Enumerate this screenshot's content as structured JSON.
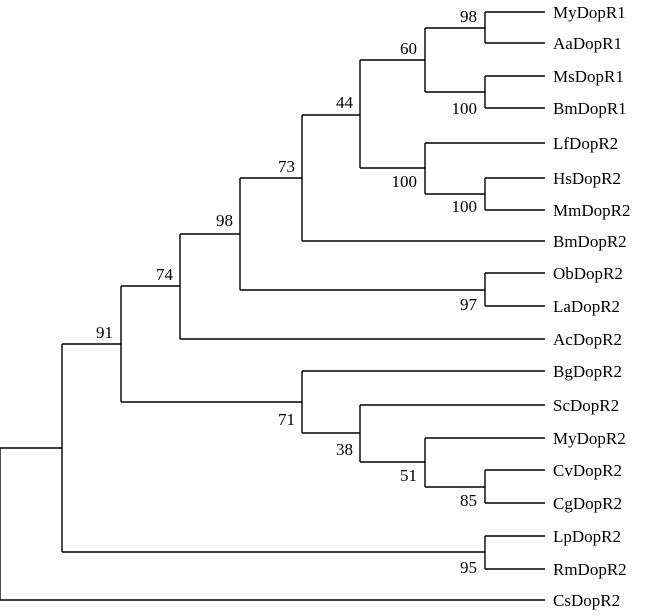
{
  "tree": {
    "leaves": [
      {
        "id": "l1",
        "label": "MyDopR1"
      },
      {
        "id": "l2",
        "label": "AaDopR1"
      },
      {
        "id": "l3",
        "label": "MsDopR1"
      },
      {
        "id": "l4",
        "label": "BmDopR1"
      },
      {
        "id": "l5",
        "label": "LfDopR2"
      },
      {
        "id": "l6",
        "label": "HsDopR2"
      },
      {
        "id": "l7",
        "label": "MmDopR2"
      },
      {
        "id": "l8",
        "label": "BmDopR2"
      },
      {
        "id": "l9",
        "label": "ObDopR2"
      },
      {
        "id": "l10",
        "label": "LaDopR2"
      },
      {
        "id": "l11",
        "label": "AcDopR2"
      },
      {
        "id": "l12",
        "label": "BgDopR2"
      },
      {
        "id": "l13",
        "label": "ScDopR2"
      },
      {
        "id": "l14",
        "label": "MyDopR2"
      },
      {
        "id": "l15",
        "label": "CvDopR2"
      },
      {
        "id": "l16",
        "label": "CgDopR2"
      },
      {
        "id": "l17",
        "label": "LpDopR2"
      },
      {
        "id": "l18",
        "label": "RmDopR2"
      },
      {
        "id": "l19",
        "label": "CsDopR2"
      }
    ],
    "support_values": [
      {
        "node": "n98a",
        "value": "98"
      },
      {
        "node": "n60",
        "value": "60"
      },
      {
        "node": "n100a",
        "value": "100"
      },
      {
        "node": "n44",
        "value": "44"
      },
      {
        "node": "n100b",
        "value": "100"
      },
      {
        "node": "n100c",
        "value": "100"
      },
      {
        "node": "n73",
        "value": "73"
      },
      {
        "node": "n98b",
        "value": "98"
      },
      {
        "node": "n97",
        "value": "97"
      },
      {
        "node": "n74",
        "value": "74"
      },
      {
        "node": "n91",
        "value": "91"
      },
      {
        "node": "n71",
        "value": "71"
      },
      {
        "node": "n38",
        "value": "38"
      },
      {
        "node": "n51",
        "value": "51"
      },
      {
        "node": "n85",
        "value": "85"
      },
      {
        "node": "n95",
        "value": "95"
      }
    ]
  }
}
